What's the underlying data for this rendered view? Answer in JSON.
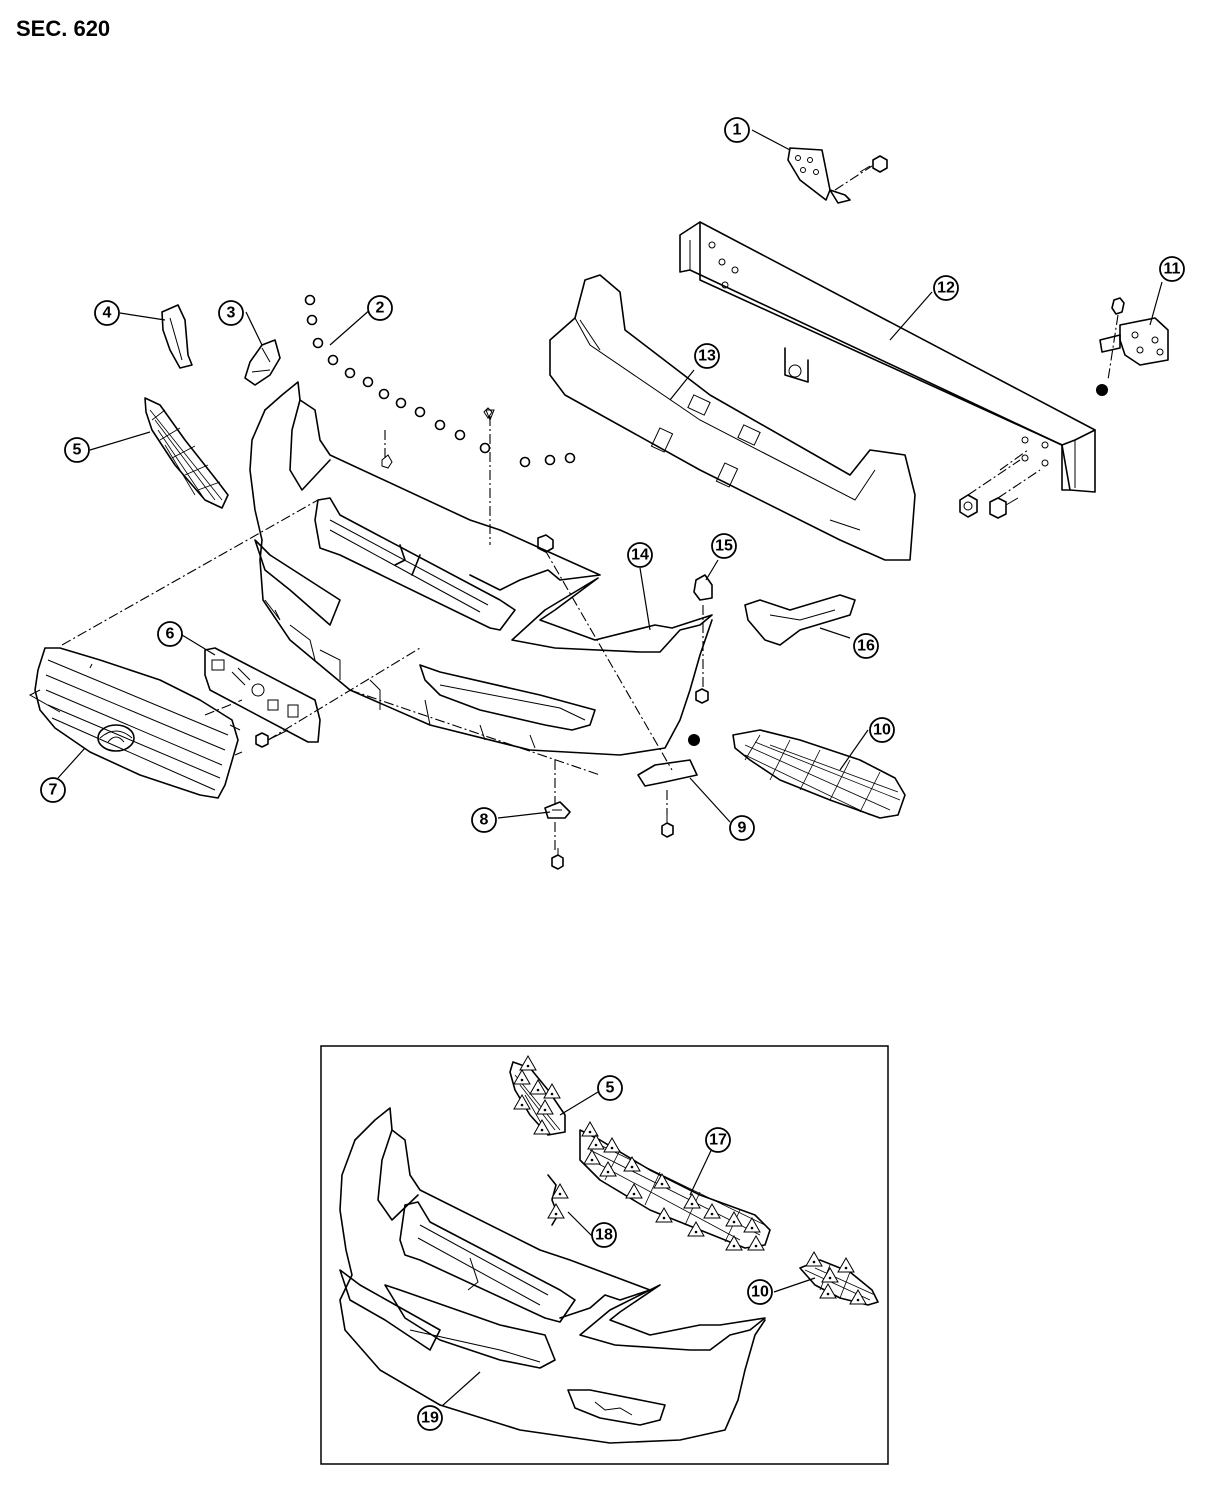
{
  "section_title": "SEC. 620",
  "callouts": {
    "c1": "1",
    "c2": "2",
    "c3": "3",
    "c4": "4",
    "c5": "5",
    "c6": "6",
    "c7": "7",
    "c8": "8",
    "c9": "9",
    "c10": "10",
    "c11": "11",
    "c12": "12",
    "c13": "13",
    "c14": "14",
    "c15": "15",
    "c16": "16"
  },
  "inset_callouts": {
    "c5": "5",
    "c10": "10",
    "c17": "17",
    "c18": "18",
    "c19": "19"
  },
  "icons": {
    "warning_marker": "triangle-icon",
    "fastener": "bolt-icon",
    "clip": "clip-icon",
    "grease_point": "filled-dot-icon"
  },
  "colors": {
    "line": "#000000",
    "background": "#ffffff"
  }
}
